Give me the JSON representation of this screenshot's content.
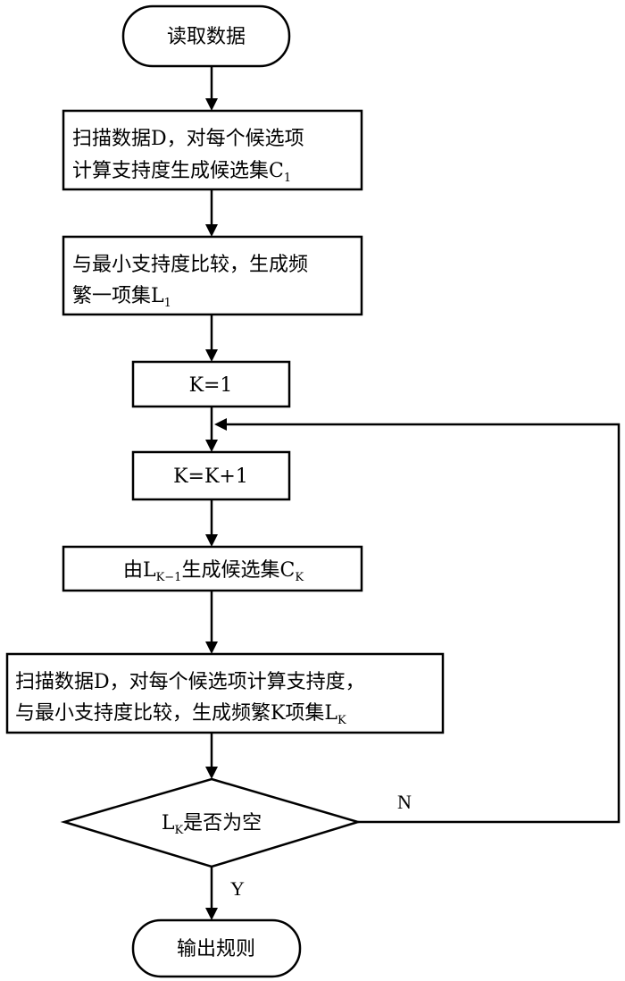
{
  "flowchart": {
    "nodes": {
      "start": {
        "text": "读取数据"
      },
      "scan1": {
        "line1": "扫描数据D，对每个候选项",
        "line2_main": "计算支持度生成候选集C",
        "line2_sub": "1"
      },
      "compare1": {
        "line1": "与最小支持度比较，生成频",
        "line2_main": "繁一项集L",
        "line2_sub": "1"
      },
      "k_init": {
        "text": "K=1"
      },
      "k_inc": {
        "text": "K=K+1"
      },
      "gen": {
        "pre": "由L",
        "sub1": "K−1",
        "mid": "生成候选集C",
        "sub2": "K"
      },
      "scan2": {
        "line1": "扫描数据D，对每个候选项计算支持度，",
        "line2_main": "与最小支持度比较，生成频繁K项集L",
        "line2_sub": "K"
      },
      "decision": {
        "pre": "L",
        "sub": "K",
        "post": "是否为空"
      },
      "end": {
        "text": "输出规则"
      }
    },
    "edge_labels": {
      "no": "N",
      "yes": "Y"
    }
  }
}
